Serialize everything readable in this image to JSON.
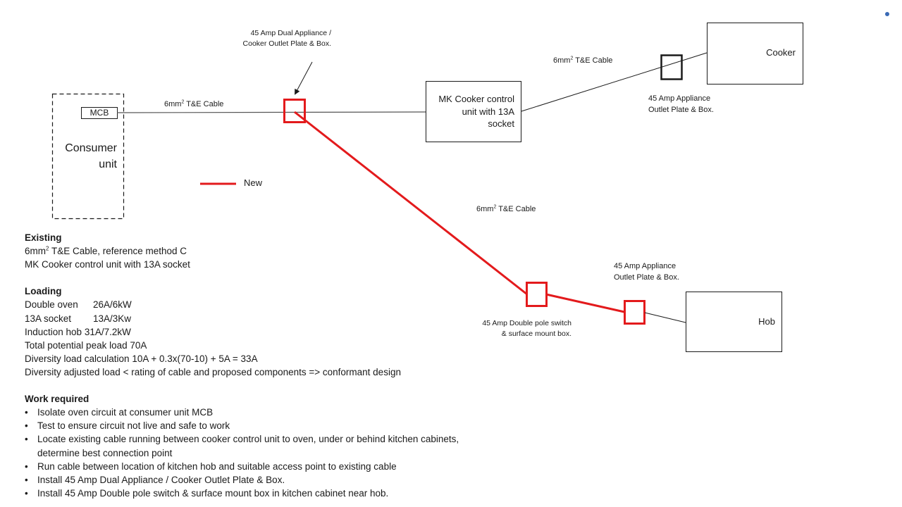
{
  "colors": {
    "new_cable": "#e31a1c",
    "existing_cable": "#1a1a1a",
    "marker_dot": "#3a6ab5"
  },
  "diagram": {
    "consumer_unit": {
      "label_line1": "Consumer",
      "label_line2": "unit",
      "mcb_label": "MCB"
    },
    "cable_label_main": {
      "text": "6mm",
      "sup": "2",
      "rest": " T&E Cable"
    },
    "dual_outlet": {
      "line1": "45 Amp Dual Appliance /",
      "line2": "Cooker Outlet Plate & Box."
    },
    "mk_control": {
      "line1": "MK Cooker control",
      "line2": "unit with 13A",
      "line3": "socket"
    },
    "cable_label_cooker": {
      "text": "6mm",
      "sup": "2",
      "rest": " T&E Cable"
    },
    "cooker_outlet": {
      "line1": "45 Amp Appliance",
      "line2": "Outlet Plate & Box."
    },
    "cooker": {
      "label": "Cooker"
    },
    "cable_label_hob": {
      "text": "6mm",
      "sup": "2",
      "rest": " T&E Cable"
    },
    "dp_switch": {
      "line1": "45 Amp Double pole switch",
      "line2": "& surface mount box."
    },
    "hob_outlet": {
      "line1": "45 Amp Appliance",
      "line2": "Outlet Plate & Box."
    },
    "hob": {
      "label": "Hob"
    },
    "legend": {
      "new_label": "New"
    }
  },
  "notes": {
    "existing": {
      "heading": "Existing",
      "cable_prefix": "6mm",
      "cable_sup": "2",
      "cable_rest": " T&E Cable, reference method  C",
      "line2": "MK Cooker control unit with 13A socket"
    },
    "loading": {
      "heading": "Loading",
      "rows": [
        {
          "item": "Double oven",
          "value": "26A/6kW"
        },
        {
          "item": "13A socket",
          "value": "13A/3Kw"
        },
        {
          "item": "Induction hob",
          "value": "31A/7.2kW"
        }
      ],
      "total": "Total potential peak load 70A",
      "diversity_calc": "Diversity load calculation 10A + 0.3x(70-10) + 5A = 33A",
      "diversity_result": "Diversity adjusted load < rating of cable and proposed components => conformant design"
    },
    "work_required": {
      "heading": "Work required",
      "items": [
        "Isolate oven circuit at consumer  unit MCB",
        "Test to ensure circuit not live and safe to work",
        "Locate existing cable running between cooker control unit to oven, under or behind kitchen cabinets, determine best connection point",
        "Run cable between location of kitchen hob and suitable access point to existing cable",
        "Install 45 Amp Dual Appliance / Cooker Outlet Plate & Box.",
        "Install 45 Amp Double pole switch & surface mount box in kitchen cabinet near hob."
      ]
    }
  }
}
